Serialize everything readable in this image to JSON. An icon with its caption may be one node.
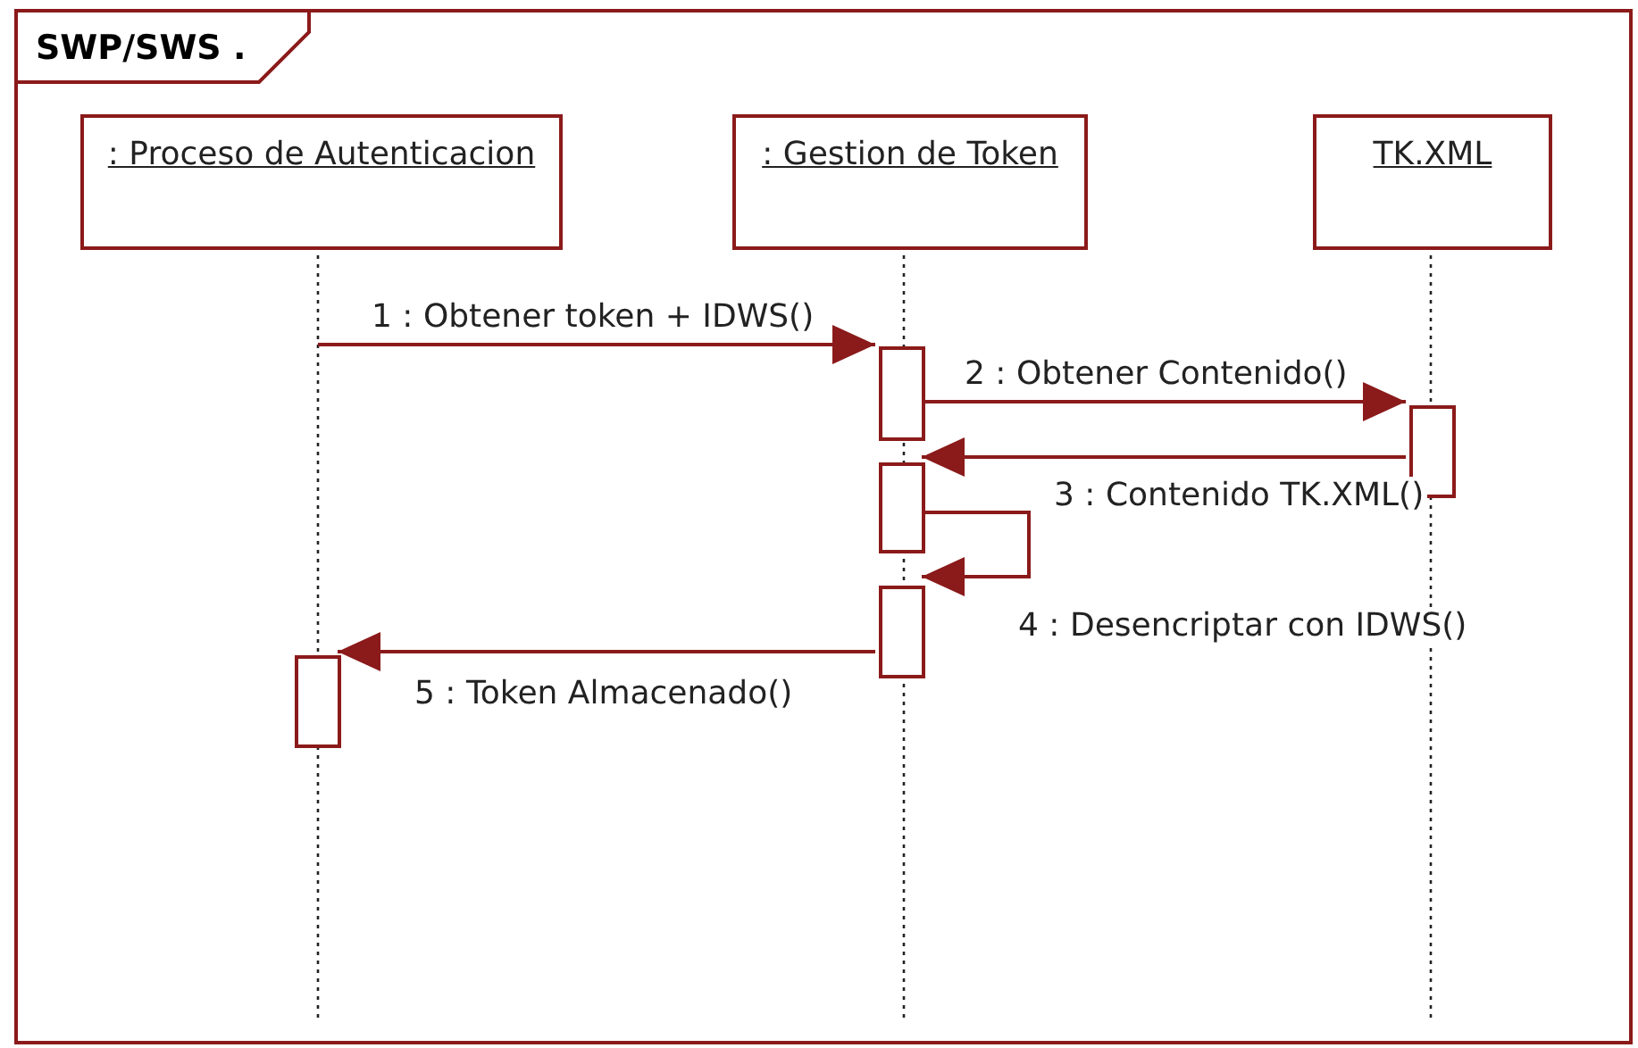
{
  "diagram": {
    "nodes": [
      {
        "text": [
          "SWP/SWS ."
        ]
      },
      {
        "text": [
          ": Proceso de Autenticacion"
        ],
        "in": 0
      },
      {
        "text": [
          ": Gestion de Token"
        ],
        "in": 0
      },
      {
        "text": [
          "TK.XML"
        ],
        "in": 0
      },
      {
        "text": [],
        "shape": "bar",
        "in": 0
      },
      {
        "text": [],
        "shape": "bar",
        "in": 0
      },
      {
        "text": [],
        "shape": "bar",
        "in": 0
      },
      {
        "text": [],
        "shape": "bar",
        "in": 0
      },
      {
        "text": [],
        "shape": "bar",
        "in": 0
      }
    ],
    "edges": [
      {
        "from": null,
        "to": 5,
        "arrow": "to",
        "label": "1 : Obtener token + IDWS()"
      },
      {
        "from": 5,
        "to": 8,
        "arrow": "to",
        "label": "2 : Obtener Contenido()"
      },
      {
        "from": 8,
        "to": 6,
        "arrow": "to",
        "label": "3 : Contenido TK.XML()"
      },
      {
        "from": 6,
        "to": 7,
        "arrow": "to",
        "label": "4 : Desencriptar con IDWS()"
      },
      {
        "from": 7,
        "to": 4,
        "arrow": "to",
        "label": "5 : Token Almacenado()"
      }
    ]
  }
}
